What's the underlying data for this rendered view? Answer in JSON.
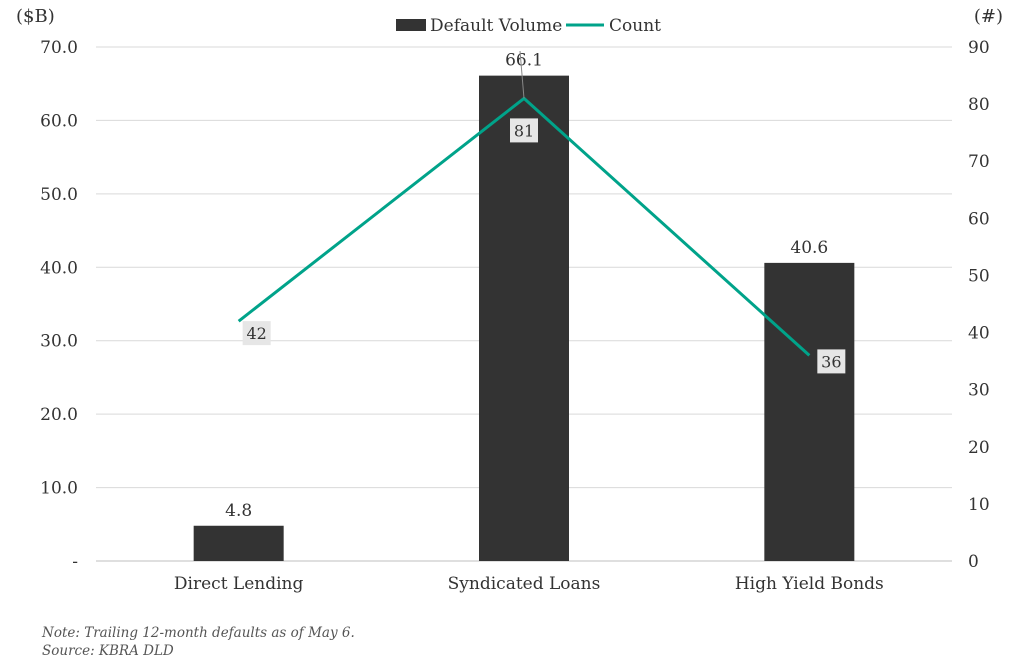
{
  "chart_data": {
    "type": "bar",
    "categories": [
      "Direct Lending",
      "Syndicated Loans",
      "High Yield Bonds"
    ],
    "series": [
      {
        "name": "Default Volume",
        "type": "bar",
        "axis": "left",
        "values": [
          4.8,
          66.1,
          40.6
        ],
        "color": "#333333"
      },
      {
        "name": "Count",
        "type": "line",
        "axis": "right",
        "values": [
          42,
          81,
          36
        ],
        "color": "#00a38a"
      }
    ],
    "left_axis": {
      "unit": "($B)",
      "ylim": [
        0,
        70
      ],
      "ticks": [
        "-",
        "10.0",
        "20.0",
        "30.0",
        "40.0",
        "50.0",
        "60.0",
        "70.0"
      ]
    },
    "right_axis": {
      "unit": "(#)",
      "ylim": [
        0,
        90
      ],
      "ticks": [
        "0",
        "10",
        "20",
        "30",
        "40",
        "50",
        "60",
        "70",
        "80",
        "90"
      ]
    },
    "grid": true,
    "legend_position": "top-center"
  },
  "notes": {
    "note": "Note: Trailing 12-month defaults as of May 6.",
    "source": "Source: KBRA DLD"
  }
}
